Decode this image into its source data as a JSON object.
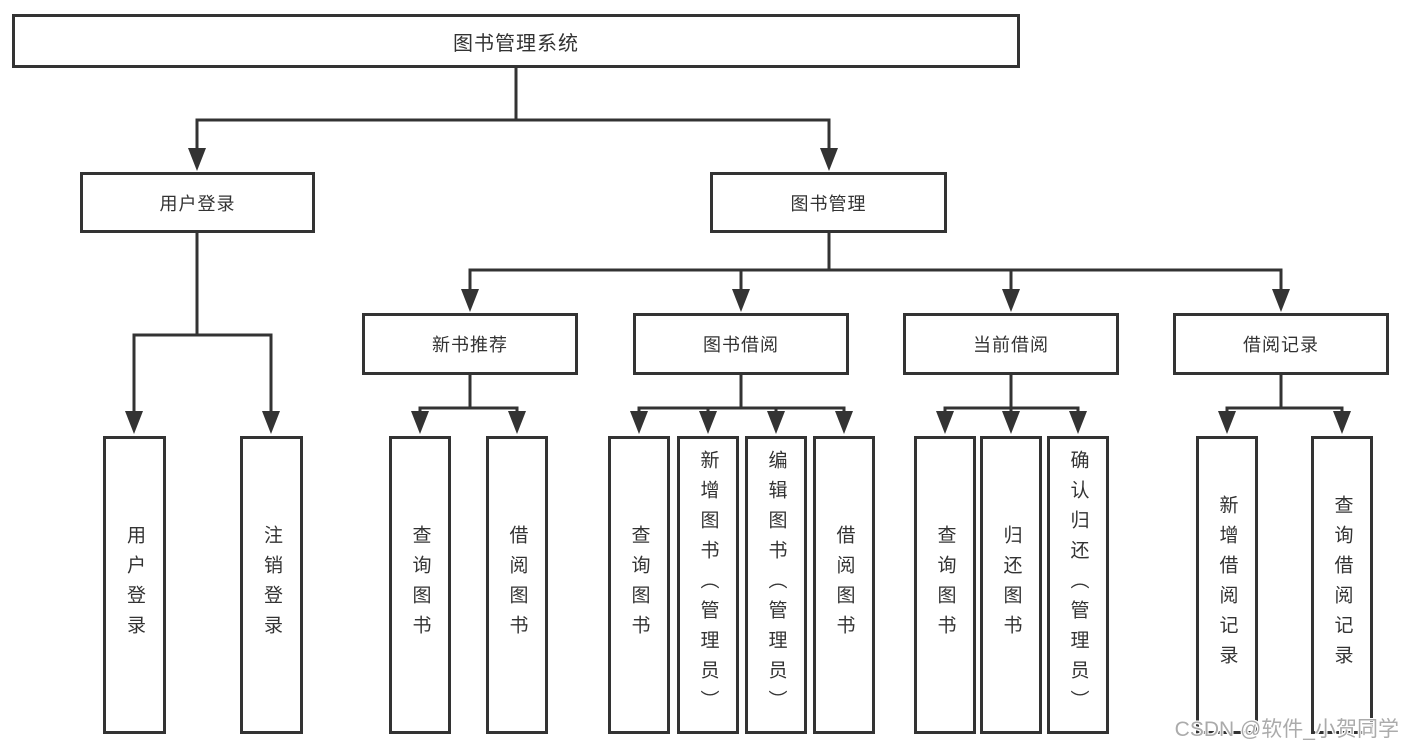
{
  "root": {
    "label": "图书管理系统"
  },
  "level1": [
    {
      "label": "用户登录",
      "children": [
        {
          "label": "用户登录"
        },
        {
          "label": "注销登录"
        }
      ]
    },
    {
      "label": "图书管理",
      "children": [
        {
          "label": "新书推荐",
          "children": [
            {
              "label": "查询图书"
            },
            {
              "label": "借阅图书"
            }
          ]
        },
        {
          "label": "图书借阅",
          "children": [
            {
              "label": "查询图书"
            },
            {
              "label": "新增图书（管理员）"
            },
            {
              "label": "编辑图书（管理员）"
            },
            {
              "label": "借阅图书"
            }
          ]
        },
        {
          "label": "当前借阅",
          "children": [
            {
              "label": "查询图书"
            },
            {
              "label": "归还图书"
            },
            {
              "label": "确认归还（管理员）"
            }
          ]
        },
        {
          "label": "借阅记录",
          "children": [
            {
              "label": "新增借阅记录"
            },
            {
              "label": "查询借阅记录"
            }
          ]
        }
      ]
    }
  ],
  "watermark": "CSDN @软件_小贺同学",
  "colors": {
    "line": "#333333",
    "text": "#333333",
    "background": "#ffffff",
    "watermark": "#ababab"
  }
}
